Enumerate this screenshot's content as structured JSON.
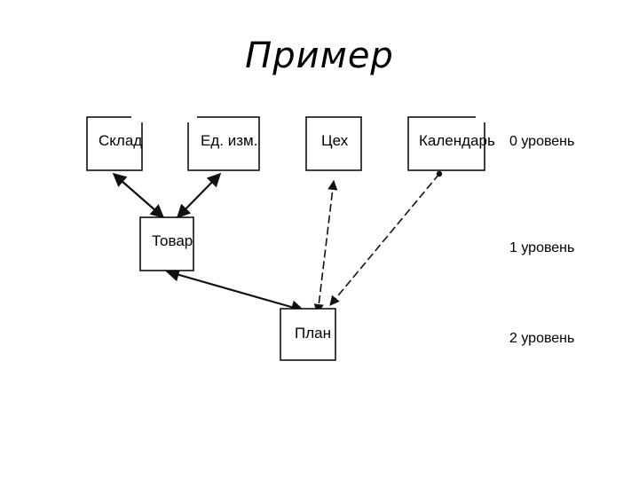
{
  "slide": {
    "title": "Пример"
  },
  "nodes": [
    {
      "id": "sklad",
      "label": "Склад"
    },
    {
      "id": "ed_izm",
      "label": "Ед. изм."
    },
    {
      "id": "tseh",
      "label": "Цех"
    },
    {
      "id": "kalendar",
      "label": "Календарь"
    },
    {
      "id": "tovar",
      "label": "Товар"
    },
    {
      "id": "plan",
      "label": "План"
    }
  ],
  "levels": [
    {
      "label": "0 уровень"
    },
    {
      "label": "1 уровень"
    },
    {
      "label": "2 уровень"
    }
  ],
  "edges": [
    {
      "from": "sklad",
      "to": "tovar"
    },
    {
      "from": "ed_izm",
      "to": "tovar"
    },
    {
      "from": "tovar",
      "to": "plan"
    },
    {
      "from": "tseh",
      "to": "plan"
    },
    {
      "from": "kalendar",
      "to": "plan"
    }
  ]
}
